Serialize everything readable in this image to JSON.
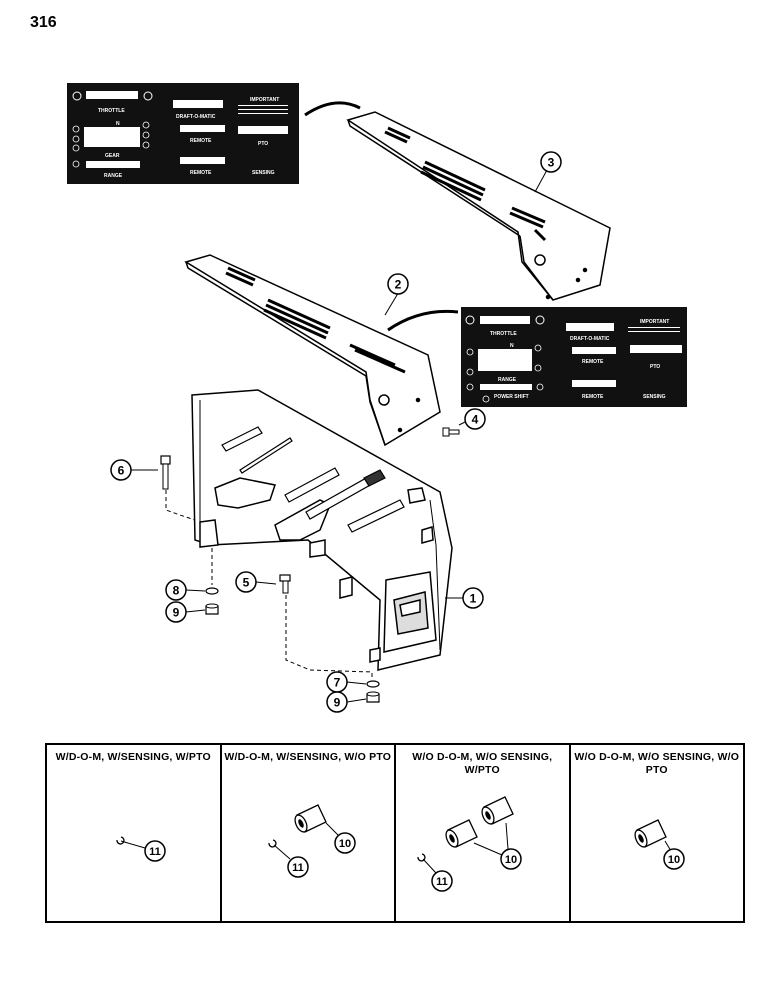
{
  "page_number": "316",
  "callouts": {
    "c1": "1",
    "c2": "2",
    "c3": "3",
    "c4": "4",
    "c5": "5",
    "c6": "6",
    "c7": "7",
    "c8": "8",
    "c9a": "9",
    "c9b": "9"
  },
  "decal_a": {
    "throttle": "THROTTLE",
    "draft": "DRAFT-O-MATIC",
    "important": "IMPORTANT",
    "n": "N",
    "remote1": "REMOTE",
    "remote2": "REMOTE",
    "pto": "PTO",
    "gear": "GEAR",
    "range": "RANGE",
    "sensing": "SENSING"
  },
  "decal_b": {
    "throttle": "THROTTLE",
    "draft": "DRAFT-O-MATIC",
    "important": "IMPORTANT",
    "n": "N",
    "remote1": "REMOTE",
    "remote2": "REMOTE",
    "pto": "PTO",
    "range": "RANGE",
    "power_shift": "POWER SHIFT",
    "sensing": "SENSING"
  },
  "variants": [
    {
      "header": "W/D-O-M, W/SENSING, W/PTO",
      "callouts": [
        "11"
      ]
    },
    {
      "header": "W/D-O-M, W/SENSING, W/O PTO",
      "callouts": [
        "11",
        "10"
      ]
    },
    {
      "header": "W/O D-O-M, W/O SENSING, W/PTO",
      "callouts": [
        "11",
        "10"
      ]
    },
    {
      "header": "W/O D-O-M, W/O SENSING, W/O PTO",
      "callouts": [
        "10"
      ]
    }
  ]
}
